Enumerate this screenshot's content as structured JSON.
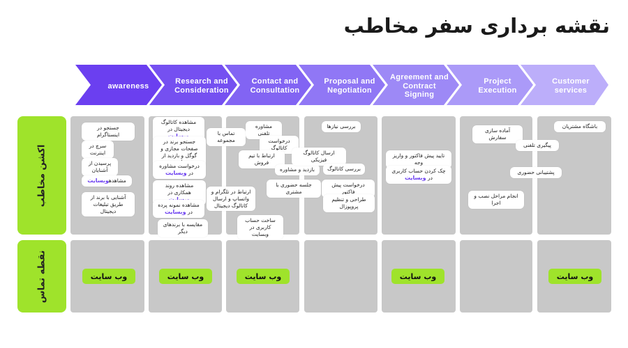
{
  "title": "نقشه برداری سفر مخاطب",
  "stages": [
    {
      "label": "awareness",
      "color": "#6b3ff0"
    },
    {
      "label": "Research and Consideration",
      "color": "#7550f1"
    },
    {
      "label": "Contact and Consultation",
      "color": "#8264f3"
    },
    {
      "label": "Proposal and Negotiation",
      "color": "#9077f5"
    },
    {
      "label": "Agreement and Contract Signing",
      "color": "#9d89f6"
    },
    {
      "label": "Project Execution",
      "color": "#ab9af8"
    },
    {
      "label": "Customer services",
      "color": "#bcaefa"
    }
  ],
  "rows": {
    "actions_label": "اکشن مخاطب",
    "touchpoints_label": "نقطه تماس"
  },
  "actions": {
    "c1": [
      "جستجو در اینستاگرام",
      "سرچ در اینترنت",
      "پرسیدن از آشنایان",
      "مشاهده",
      "آشنایی با برند از طریق تبلیغات دیجیتال"
    ],
    "c1_hl": "وبسایت",
    "c2": [
      "مشاهده کاتالوگ دیجیتال در",
      "جستجو برند در صفحات مجازی و گوگل و بازدید از صفحات برند",
      "درخواست مشاوره در",
      "مشاهده روند همکاری در",
      "مشاهده نمونه پرده در",
      "مقایسه با برندهای دیگر"
    ],
    "c2_hl": "وبسایت",
    "c3": [
      "تماس با مجموعه",
      "مشاوره تلفنی",
      "درخواست کاتالوگ",
      "ارتباط با تیم فروش",
      "بازدید و مشاوره",
      "جلسه حضوری با مشتری",
      "ارتباط در تلگرام و واتساپ و ارسال کاتالوگ دیجیتال",
      "ساخت حساب کاربری در وبسایت"
    ],
    "c4": [
      "بررسی نیازها",
      "ارسال کاتالوگ فیزیکی",
      "بررسی کاتالوگ",
      "درخواست پیش فاکتور",
      "طراحی و تنظیم پروپوزال"
    ],
    "c5": [
      "تایید پیش فاکتور و واریز وجه",
      "چک کردن حساب کاربری در"
    ],
    "c5_hl": "وبسایت",
    "c6": [
      "آماده سازی سفارش",
      "انجام مراحل نصب و اجرا"
    ],
    "c7": [
      "باشگاه مشتریان",
      "پیگیری تلفنی",
      "پشتیبانی حضوری"
    ]
  },
  "touchpoint_badge": "وب سایت"
}
